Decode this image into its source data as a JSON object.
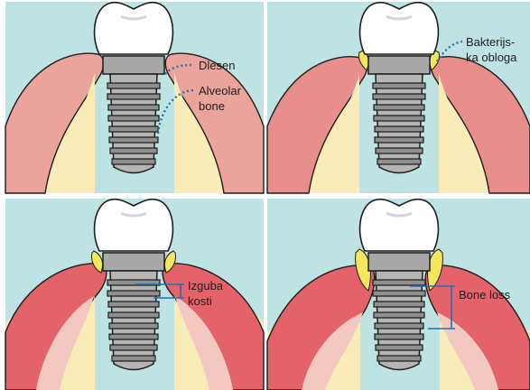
{
  "panels": {
    "top_left": {
      "labels": {
        "gum": "Dlesen",
        "bone_line1": "Alveolar",
        "bone_line2": "bone"
      }
    },
    "top_right": {
      "labels": {
        "plaque_line1": "Bakterijs-",
        "plaque_line2": "ka obloga"
      }
    },
    "bottom_left": {
      "labels": {
        "loss_line1": "Izguba",
        "loss_line2": "kosti"
      }
    },
    "bottom_right": {
      "labels": {
        "loss": "Bone loss"
      }
    }
  },
  "colors": {
    "background": "#bfe3e3",
    "bone": "#f9ecb9",
    "gum": "#eba49c",
    "gum_light": "#f3c8c1",
    "gum_inflamed": "#e4636a",
    "plaque": "#f3e85c",
    "crown": "#ffffff",
    "implant": "#9a9a9a",
    "annotation": "#1f6fb3",
    "outline": "#1d1d1b"
  }
}
